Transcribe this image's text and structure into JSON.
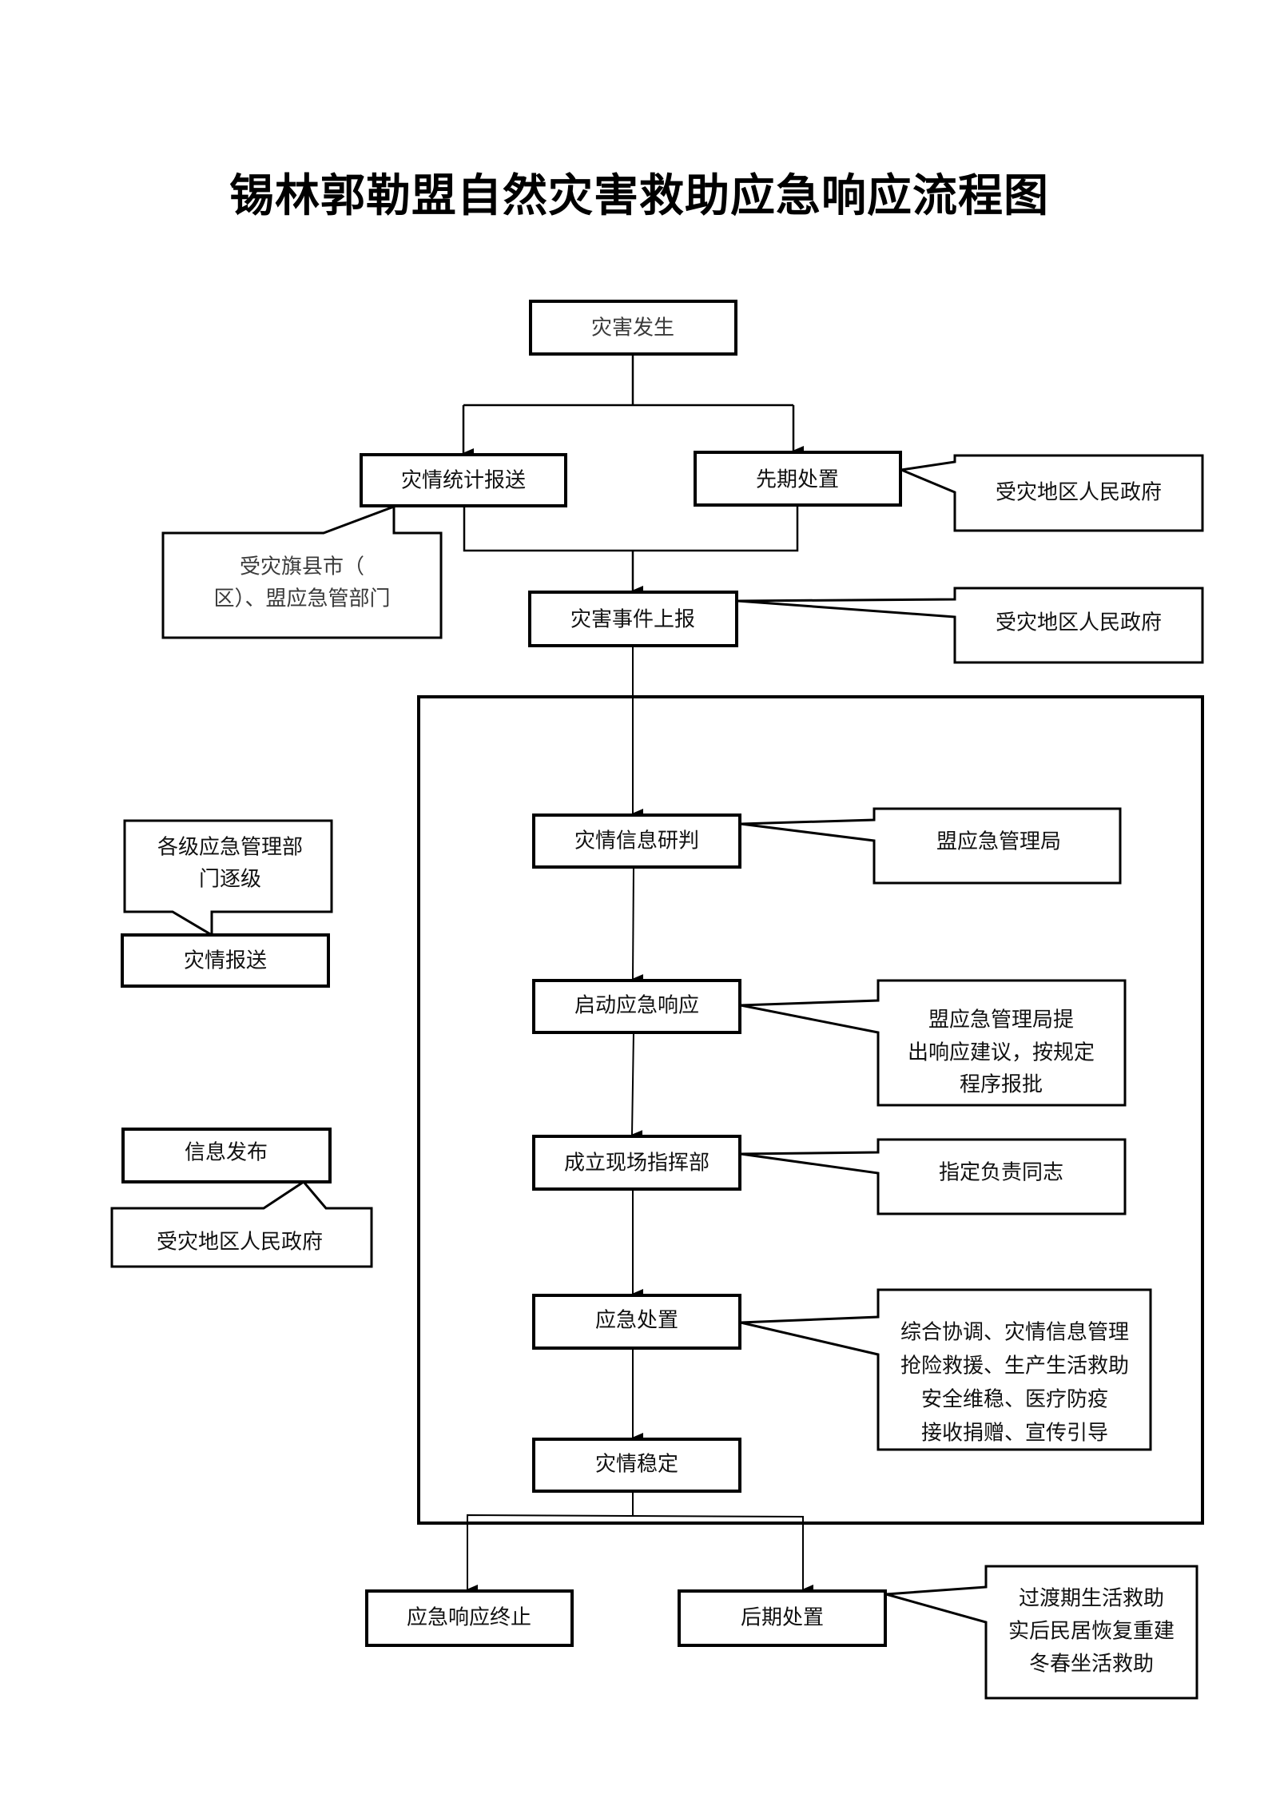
{
  "title": "锡林郭勒盟自然灾害救助应急响应流程图",
  "nodes": {
    "disaster_occurs": "灾害发生",
    "statistics_report": "灾情统计报送",
    "initial_response": "先期处置",
    "event_report": "灾害事件上报",
    "info_assessment": "灾情信息研判",
    "launch_response": "启动应急响应",
    "field_command": "成立现场指挥部",
    "emergency_handling": "应急处置",
    "situation_stable": "灾情稳定",
    "response_end": "应急响应终止",
    "post_handling": "后期处置",
    "disaster_report_left": "灾情报送",
    "info_release": "信息发布"
  },
  "callouts": {
    "initial_response_owner": [
      "受灾地区人民政府"
    ],
    "statistics_owner": [
      "受灾旗县市（",
      "区）、盟应急管部门"
    ],
    "event_report_owner": [
      "受灾地区人民政府"
    ],
    "assessment_owner": [
      "盟应急管理局"
    ],
    "launch_owner": [
      "盟应急管理局提",
      "出响应建议，按规定",
      "程序报批"
    ],
    "command_owner": [
      "指定负责同志"
    ],
    "handling_tasks": [
      "综合协调、灾情信息管理",
      "抢险救援、生产生活救助",
      "安全维稳、医疗防疫",
      "接收捐赠、宣传引导"
    ],
    "post_tasks": [
      "过渡期生活救助",
      "实后民居恢复重建",
      "冬春坐活救助"
    ],
    "report_owner_left": [
      "各级应急管理部",
      "门逐级"
    ],
    "release_owner_left": [
      "受灾地区人民政府"
    ]
  }
}
